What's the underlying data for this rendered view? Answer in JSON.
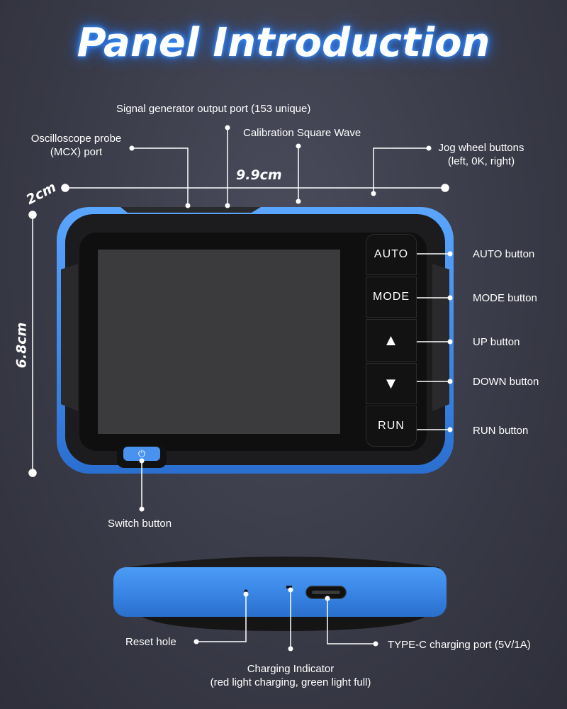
{
  "title": "Panel Introduction",
  "dimensions": {
    "width": "9.9cm",
    "height": "6.8cm",
    "depth": "2cm"
  },
  "front_labels": {
    "signal_generator": "Signal generator output port (153 unique)",
    "probe_line1": "Oscilloscope probe",
    "probe_line2": "(MCX) port",
    "calibration": "Calibration Square Wave",
    "jog_line1": "Jog wheel buttons",
    "jog_line2": "(left, 0K, right)",
    "auto": "AUTO button",
    "mode": "MODE button",
    "up": "UP button",
    "down": "DOWN button",
    "run": "RUN button",
    "switch": "Switch button"
  },
  "device_buttons": {
    "auto": "AUTO",
    "mode": "MODE",
    "up": "▲",
    "down": "▼",
    "run": "RUN",
    "power": "⏻"
  },
  "side_labels": {
    "reset": "Reset hole",
    "typec": "TYPE-C charging port (5V/1A)",
    "indicator_line1": "Charging Indicator",
    "indicator_line2": "(red light charging, green light full)"
  },
  "colors": {
    "accent_blue": "#3a8ef0",
    "title_glow": "#2f8cff",
    "device_body": "#1a1a1a"
  }
}
